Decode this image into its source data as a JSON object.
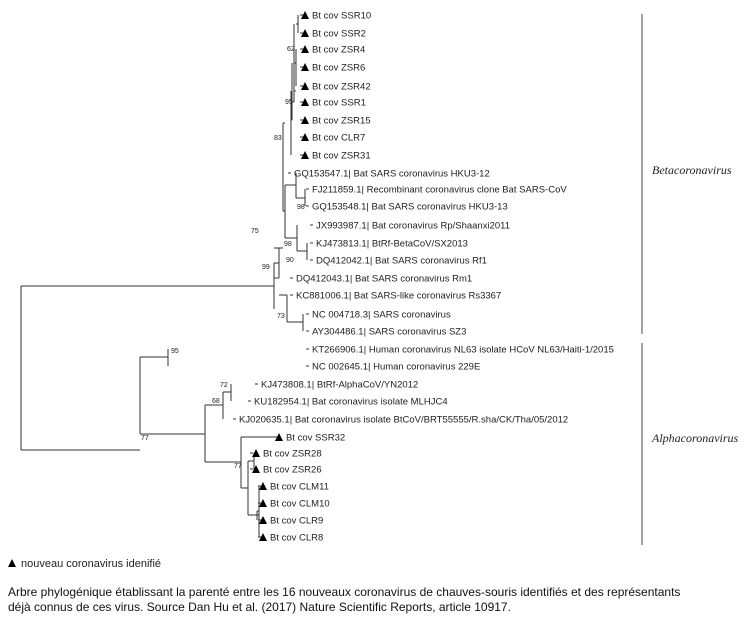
{
  "tree": {
    "leaves": [
      {
        "label": "Bt cov SSR10",
        "new": true
      },
      {
        "label": "Bt cov SSR2",
        "new": true
      },
      {
        "label": "Bt cov ZSR4",
        "new": true
      },
      {
        "label": "Bt cov ZSR6",
        "new": true
      },
      {
        "label": "Bt cov ZSR42",
        "new": true
      },
      {
        "label": "Bt cov SSR1",
        "new": true
      },
      {
        "label": "Bt cov ZSR15",
        "new": true
      },
      {
        "label": "Bt cov CLR7",
        "new": true
      },
      {
        "label": "Bt cov ZSR31",
        "new": true
      },
      {
        "label": "GQ153547.1| Bat SARS coronavirus HKU3-12",
        "new": false
      },
      {
        "label": "FJ211859.1| Recombinant coronavirus clone Bat SARS-CoV",
        "new": false
      },
      {
        "label": "GQ153548.1| Bat SARS coronavirus HKU3-13",
        "new": false
      },
      {
        "label": "JX993987.1| Bat coronavirus Rp/Shaanxi2011",
        "new": false
      },
      {
        "label": "KJ473813.1| BtRf-BetaCoV/SX2013",
        "new": false
      },
      {
        "label": "DQ412042.1| Bat SARS coronavirus Rf1",
        "new": false
      },
      {
        "label": "DQ412043.1| Bat SARS coronavirus Rm1",
        "new": false
      },
      {
        "label": "KC881006.1| Bat SARS-like coronavirus Rs3367",
        "new": false
      },
      {
        "label": "NC 004718.3| SARS coronavirus",
        "new": false
      },
      {
        "label": "AY304486.1| SARS coronavirus SZ3",
        "new": false
      },
      {
        "label": "KT266906.1| Human coronavirus NL63 isolate HCoV NL63/Haiti-1/2015",
        "new": false
      },
      {
        "label": "NC 002645.1| Human coronavirus 229E",
        "new": false
      },
      {
        "label": "KJ473808.1| BtRf-AlphaCoV/YN2012",
        "new": false
      },
      {
        "label": "KU182954.1| Bat coronavirus isolate MLHJC4",
        "new": false
      },
      {
        "label": "KJ020635.1| Bat coronavirus isolate BtCoV/BRT55555/R.sha/CK/Tha/05/2012",
        "new": false
      },
      {
        "label": "Bt cov SSR32",
        "new": true
      },
      {
        "label": "Bt cov ZSR28",
        "new": true
      },
      {
        "label": "Bt cov ZSR26",
        "new": true
      },
      {
        "label": "Bt cov CLM11",
        "new": true
      },
      {
        "label": "Bt cov CLM10",
        "new": true
      },
      {
        "label": "Bt cov CLR9",
        "new": true
      },
      {
        "label": "Bt cov CLR8",
        "new": true
      }
    ],
    "bootstrap": [
      "62",
      "95",
      "83",
      "98",
      "75",
      "98",
      "90",
      "99",
      "73",
      "95",
      "72",
      "68",
      "77",
      "77"
    ],
    "clades": [
      {
        "name": "Betacoronavirus"
      },
      {
        "name": "Alphacoronavirus"
      }
    ]
  },
  "legend": {
    "text": "nouveau coronavirus idenifié"
  },
  "caption": {
    "line1": "Arbre phylogénique établissant la parenté entre les 16 nouveaux coronavirus de chauves-souris identifiés et des représentants",
    "line2": "déjà connus de ces virus. Source Dan Hu et al. (2017) Nature Scientific Reports, article 10917."
  }
}
